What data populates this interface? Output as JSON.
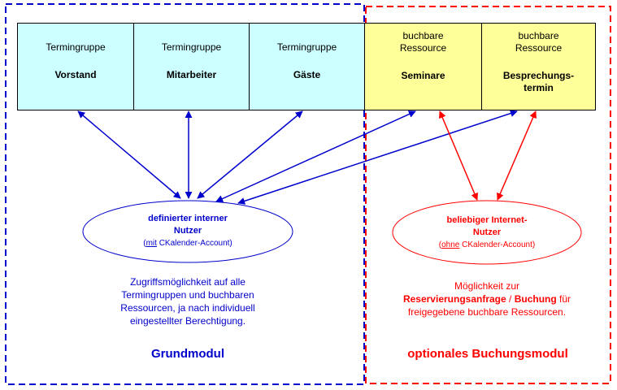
{
  "colors": {
    "blue": "#0000cc",
    "red": "#ff0000",
    "cyan_fill": "#ccffff",
    "yellow_fill": "#ffff99"
  },
  "groups": [
    {
      "line1": "Termingruppe",
      "line2": "Vorstand"
    },
    {
      "line1": "Termingruppe",
      "line2": "Mitarbeiter"
    },
    {
      "line1": "Termingruppe",
      "line2": "Gäste"
    }
  ],
  "resources": [
    {
      "line1a": "buchbare",
      "line1b": "Ressource",
      "line2a": "Seminare",
      "line2b": ""
    },
    {
      "line1a": "buchbare",
      "line1b": "Ressource",
      "line2a": "Besprechungs-",
      "line2b": "termin"
    }
  ],
  "internal_user": {
    "title1": "definierter interner",
    "title2": "Nutzer",
    "sub_prefix": "(",
    "sub_ul": "mit",
    "sub_rest": " CKalender-Account)"
  },
  "external_user": {
    "title1": "beliebiger Internet-",
    "title2": "Nutzer",
    "sub_prefix": "(",
    "sub_ul": "ohne",
    "sub_rest": " CKalender-Account)"
  },
  "internal_desc": {
    "l1": "Zugriffsmöglichkeit auf alle",
    "l2": "Termingruppen und buchbaren",
    "l3": "Ressourcen, ja nach individuell",
    "l4": "eingestellter Berechtigung."
  },
  "external_desc": {
    "l1": "Möglichkeit zur",
    "l2_b1": "Reservierungsanfrage",
    "l2_sep": " / ",
    "l2_b2": "Buchung",
    "l2_rest": " für",
    "l3": "freigegebene buchbare Ressourcen."
  },
  "modules": {
    "basic": "Grundmodul",
    "optional": "optionales Buchungsmodul"
  }
}
